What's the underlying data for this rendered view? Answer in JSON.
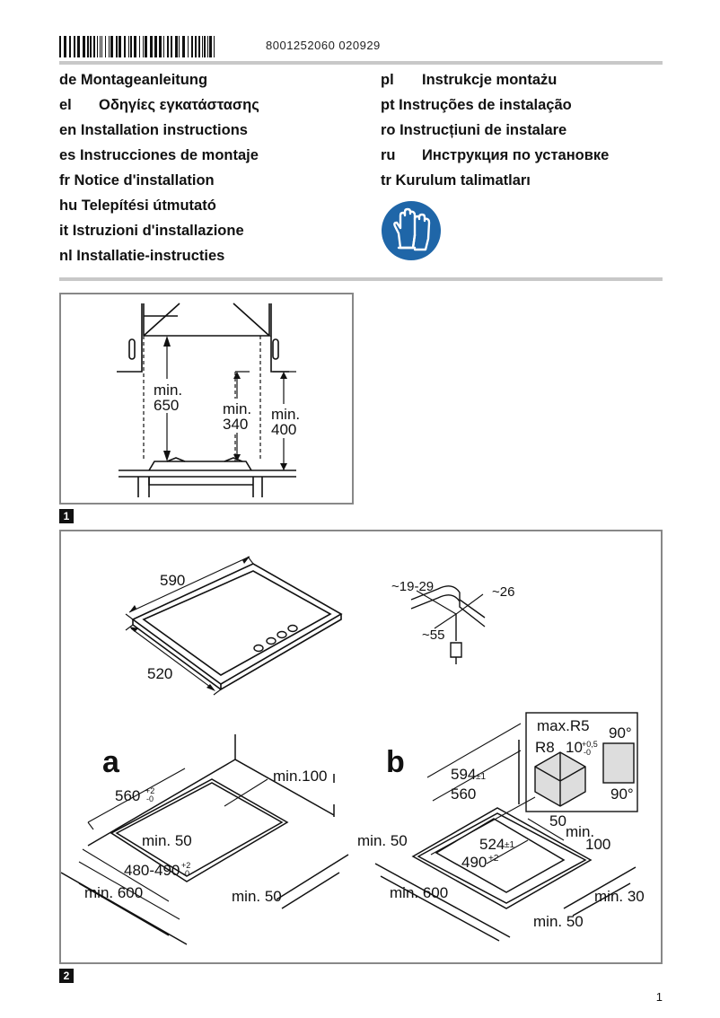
{
  "header": {
    "doc_number": "8001252060 020929"
  },
  "languages_left": [
    {
      "code": "de",
      "text": "Montageanleitung"
    },
    {
      "code": "el",
      "text": "Οδηγίες εγκατάστασης"
    },
    {
      "code": "en",
      "text": "Installation instructions"
    },
    {
      "code": "es",
      "text": "Instrucciones de montaje"
    },
    {
      "code": "fr",
      "text": "Notice d'installation"
    },
    {
      "code": "hu",
      "text": "Telepítési útmutató"
    },
    {
      "code": "it",
      "text": "Istruzioni d'installazione"
    },
    {
      "code": "nl",
      "text": "Installatie-instructies"
    }
  ],
  "languages_right": [
    {
      "code": "pl",
      "text": "Instrukcje montażu"
    },
    {
      "code": "pt",
      "text": "Instruções de instalação"
    },
    {
      "code": "ro",
      "text": "Instrucțiuni de instalare"
    },
    {
      "code": "ru",
      "text": "Инструкция по установке"
    },
    {
      "code": "tr",
      "text": "Kurulum talimatları"
    }
  ],
  "figure1": {
    "number": "1",
    "labels": {
      "min650_a": "min.",
      "min650_b": "650",
      "min340_a": "min.",
      "min340_b": "340",
      "min400_a": "min.",
      "min400_b": "400"
    }
  },
  "figure2": {
    "number": "2",
    "hob": {
      "width": "590",
      "depth": "520"
    },
    "pan_support": {
      "d1": "~19-29",
      "d2": "~26",
      "d3": "~55"
    },
    "a": {
      "letter": "a",
      "min100": "min.100",
      "w560": "560",
      "w560_tol": "+2",
      "w560_tol2": "-0",
      "min50_in": "min. 50",
      "d480": "480-490",
      "d480_tol": "+2",
      "d480_tol2": "-0",
      "min600": "min. 600",
      "min50_front": "min. 50"
    },
    "b": {
      "letter": "b",
      "maxR5": "max.R5",
      "r8": "R8",
      "t10": "10",
      "t10_tol": "+0,5",
      "t10_tol2": "-0",
      "angle1": "90°",
      "angle2": "90°",
      "w594": "594",
      "w594_tol": "±1",
      "w560": "560",
      "d50": "50",
      "min100_a": "min.",
      "min100_b": "100",
      "min50_left": "min. 50",
      "w524": "524",
      "w524_tol": "±1",
      "d490": "490",
      "d490_tol": "+2",
      "min600": "min. 600",
      "min30": "min. 30",
      "min50_front": "min. 50"
    }
  },
  "footer": {
    "page": "1"
  }
}
